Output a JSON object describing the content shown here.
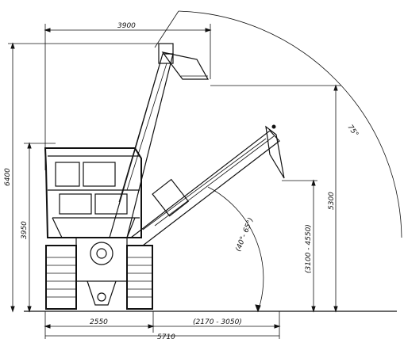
{
  "dimensions": {
    "width_top": "3900",
    "height_max": "6400",
    "height_body": "3950",
    "height_reach": "5300",
    "height_range": "(3100 - 4550)",
    "angle_range": "(40°- 65°)",
    "angle_max": "75°",
    "width_track": "2550",
    "reach_range": "(2170 - 3050)",
    "width_total": "5710"
  }
}
